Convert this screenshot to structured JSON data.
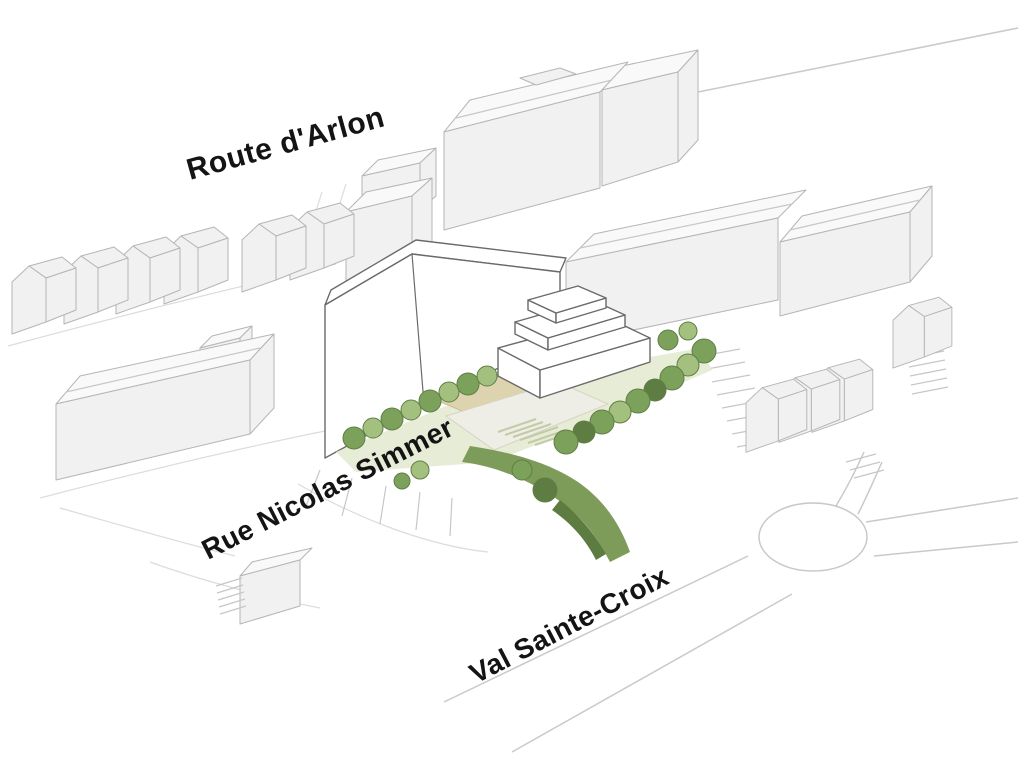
{
  "scene": {
    "type": "architectural-site-axonometric",
    "labels": {
      "route_arlon": "Route d'Arlon",
      "rue_nicolas_simmer": "Rue Nicolas Simmer",
      "val_sainte_croix": "Val Sainte-Croix"
    },
    "palette": {
      "background": "#ffffff",
      "building_fill": "#f1f1f1",
      "building_roof": "#f9f9f9",
      "building_stroke": "#b5b5b5",
      "project_fill": "#ffffff",
      "project_stroke": "#6a6a6a",
      "ground_band": "#e6ecd6",
      "terrace_beige": "#ddd3ae",
      "courtyard": "#efeee6",
      "tree_light": "#a3c07f",
      "tree_mid": "#7ca15b",
      "tree_dark": "#5e7d42",
      "path_green": "#7d9c5a",
      "road_stroke": "#c9c9c9",
      "label_color": "#141414"
    }
  }
}
